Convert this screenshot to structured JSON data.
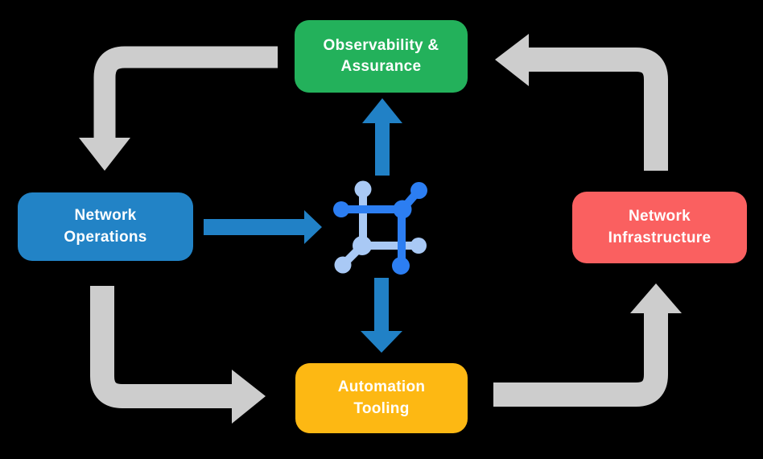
{
  "diagram": {
    "type": "cycle-flow-diagram",
    "colors": {
      "background": "#000000",
      "text": "#FFFFFF",
      "arrow_gray": "#CDCDCD",
      "arrow_blue": "#2181C6",
      "icon_dark": "#2C7EF2",
      "icon_light": "#A9C9F5",
      "node_observability": "#23B15B",
      "node_operations": "#2283C6",
      "node_infrastructure": "#FA6060",
      "node_automation": "#FDB813"
    },
    "nodes": {
      "observability": {
        "label": "Observability &\nAssurance"
      },
      "operations": {
        "label": "Network\nOperations"
      },
      "infrastructure": {
        "label": "Network\nInfrastructure"
      },
      "automation": {
        "label": "Automation\nTooling"
      }
    },
    "center_icon": "network-chip-icon",
    "connections": [
      {
        "from": "observability",
        "to": "operations",
        "style": "gray-elbow"
      },
      {
        "from": "infrastructure",
        "to": "observability",
        "style": "gray-elbow"
      },
      {
        "from": "operations",
        "to": "automation",
        "style": "gray-elbow"
      },
      {
        "from": "automation",
        "to": "infrastructure",
        "style": "gray-elbow"
      },
      {
        "from": "operations",
        "to": "center-icon",
        "style": "blue-straight"
      },
      {
        "from": "center-icon",
        "to": "observability",
        "style": "blue-straight"
      },
      {
        "from": "center-icon",
        "to": "automation",
        "style": "blue-straight"
      }
    ]
  }
}
